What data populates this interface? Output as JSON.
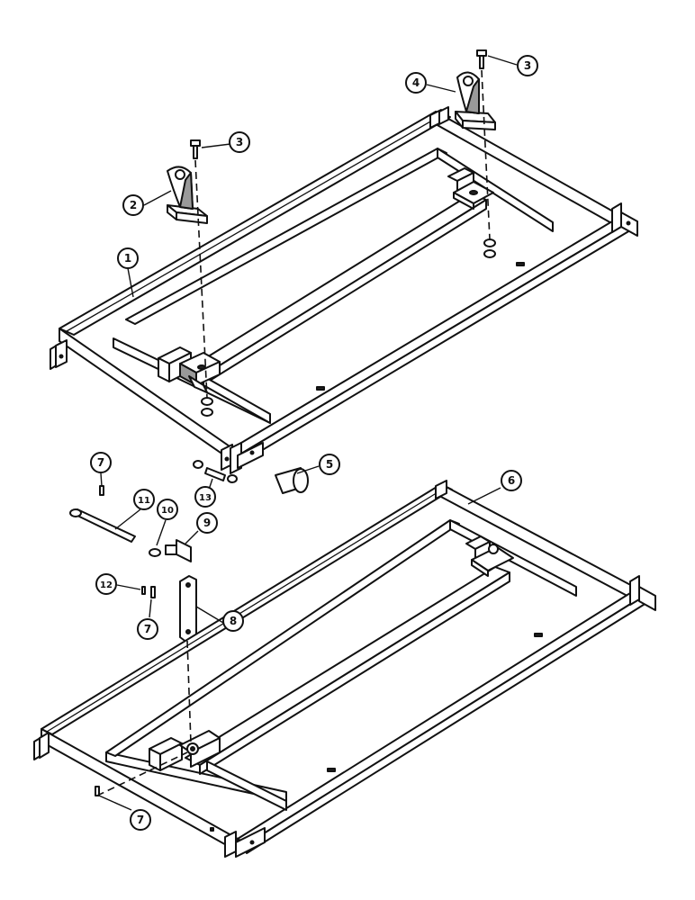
{
  "callouts": [
    {
      "key": "frame-upper",
      "label": "1"
    },
    {
      "key": "hitch-bracket-left",
      "label": "2"
    },
    {
      "key": "bolt-left",
      "label": "3"
    },
    {
      "key": "bolt-right",
      "label": "3"
    },
    {
      "key": "hitch-bracket-right",
      "label": "4"
    },
    {
      "key": "hitch-pin",
      "label": "5"
    },
    {
      "key": "frame-lower",
      "label": "6"
    },
    {
      "key": "cotter-pin-top",
      "label": "7"
    },
    {
      "key": "cotter-pin-mid",
      "label": "7"
    },
    {
      "key": "cotter-pin-bottom",
      "label": "7"
    },
    {
      "key": "link-plate",
      "label": "8"
    },
    {
      "key": "clevis",
      "label": "9"
    },
    {
      "key": "nut",
      "label": "10"
    },
    {
      "key": "adjusting-rod",
      "label": "11"
    },
    {
      "key": "washer",
      "label": "12"
    },
    {
      "key": "pin-with-washers",
      "label": "13"
    }
  ]
}
